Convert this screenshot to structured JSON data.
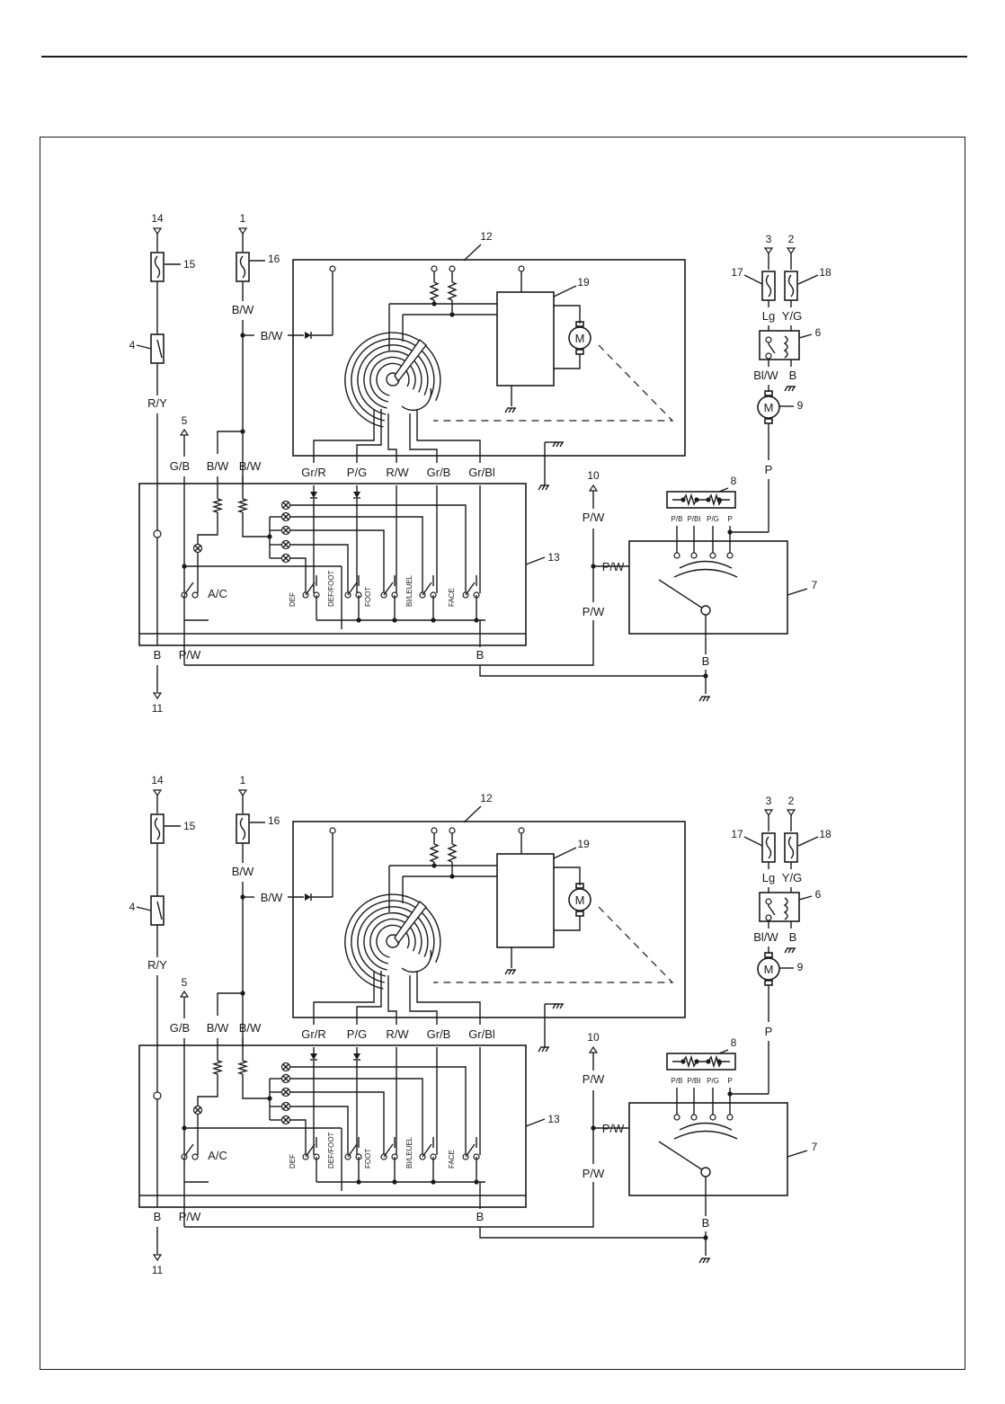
{
  "diagrams": [
    {
      "name": "upper",
      "wires": {
        "br_w_fuse": "B/W",
        "br_w_branch": "B/W",
        "r_y": "R/Y",
        "g_b": "G/B",
        "b_w_left": "B/W",
        "b_w_right": "B/W",
        "gr_r": "Gr/R",
        "p_g": "P/G",
        "r_w": "R/W",
        "gr_b": "Gr/B",
        "gr_bl": "Gr/Bl",
        "p_w_bottom": "P/W",
        "b_left": "B",
        "b_mid": "B",
        "p_w_top": "P/W",
        "p_w_mid": "P/W",
        "p_w_low": "P/W",
        "lg": "Lg",
        "y_g": "Y/G",
        "bl_w": "Bl/W",
        "b_relay": "B",
        "p_motor": "P",
        "b_meter": "B"
      },
      "terminals": {
        "t14": "14",
        "t1": "1",
        "t5": "5",
        "t11": "11",
        "t10": "10",
        "t3": "3",
        "t2": "2"
      },
      "callouts": {
        "c12": "12",
        "c15": "15",
        "c16": "16",
        "c4": "4",
        "c19": "19",
        "c13": "13",
        "c8": "8",
        "c7": "7",
        "c17": "17",
        "c18": "18",
        "c6": "6",
        "c9": "9"
      },
      "switches": {
        "ac": "A/C",
        "def": "DEF",
        "def_foot": "DEF/FOOT",
        "foot": "FOOT",
        "bi_level": "BI/LEUEL",
        "face": "FACE"
      },
      "resistor_pins": {
        "pb": "P/B",
        "pbl": "P/BI",
        "pg": "P/G",
        "p": "P"
      },
      "motor_symbol": "M"
    },
    {
      "name": "lower",
      "wires": {
        "br_w_fuse": "B/W",
        "br_w_branch": "B/W",
        "r_y": "R/Y",
        "g_b": "G/B",
        "b_w_left": "B/W",
        "b_w_right": "B/W",
        "gr_r": "Gr/R",
        "p_g": "P/G",
        "r_w": "R/W",
        "gr_b": "Gr/B",
        "gr_bl": "Gr/Bl",
        "p_w_bottom": "P/W",
        "b_left": "B",
        "b_mid": "B",
        "p_w_top": "P/W",
        "p_w_mid": "P/W",
        "p_w_low": "P/W",
        "lg": "Lg",
        "y_g": "Y/G",
        "bl_w": "Bl/W",
        "b_relay": "B",
        "p_motor": "P",
        "b_meter": "B"
      },
      "terminals": {
        "t14": "14",
        "t1": "1",
        "t5": "5",
        "t11": "11",
        "t10": "10",
        "t3": "3",
        "t2": "2"
      },
      "callouts": {
        "c12": "12",
        "c15": "15",
        "c16": "16",
        "c4": "4",
        "c19": "19",
        "c13": "13",
        "c8": "8",
        "c7": "7",
        "c17": "17",
        "c18": "18",
        "c6": "6",
        "c9": "9"
      },
      "switches": {
        "ac": "A/C",
        "def": "DEF",
        "def_foot": "DEF/FOOT",
        "foot": "FOOT",
        "bi_level": "BI/LEUEL",
        "face": "FACE"
      },
      "resistor_pins": {
        "pb": "P/B",
        "pbl": "P/BI",
        "pg": "P/G",
        "p": "P"
      },
      "motor_symbol": "M"
    }
  ]
}
